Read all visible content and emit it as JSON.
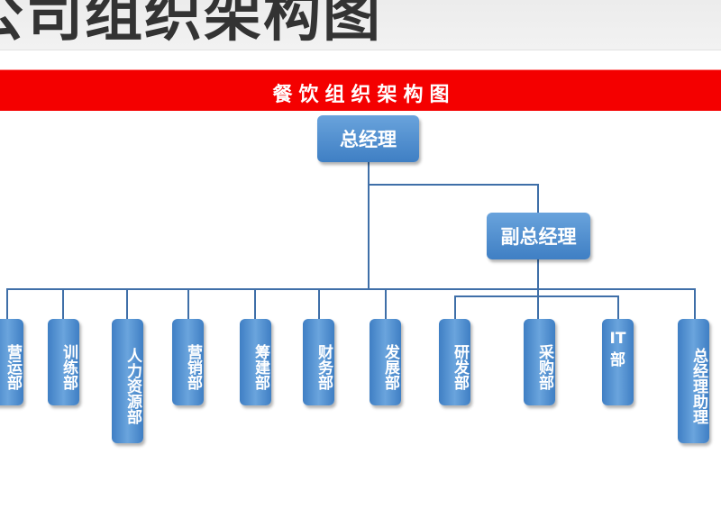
{
  "header": {
    "title": "公司组织架构图"
  },
  "banner": {
    "title": "餐饮组织架构图"
  },
  "chart": {
    "top": "总经理",
    "deputy": "副总经理",
    "departments": [
      "营运部",
      "训练部",
      "人力资源部",
      "营销部",
      "筹建部",
      "财务部",
      "发展部",
      "研发部",
      "采购部",
      "IT部",
      "总经理助理"
    ]
  }
}
